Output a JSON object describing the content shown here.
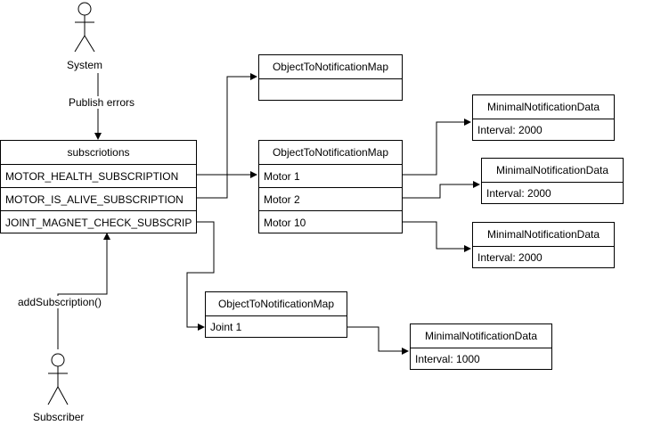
{
  "actors": {
    "system": "System",
    "subscriber": "Subscriber"
  },
  "edge_labels": {
    "publish": "Publish errors",
    "add": "addSubscription()"
  },
  "subscriptions": {
    "title": "subscriotions",
    "rows": [
      "MOTOR_HEALTH_SUBSCRIPTION",
      "MOTOR_IS_ALIVE_SUBSCRIPTION",
      "JOINT_MAGNET_CHECK_SUBSCRIP"
    ]
  },
  "maps": [
    {
      "title": "ObjectToNotificationMap",
      "rows": [
        ""
      ]
    },
    {
      "title": "ObjectToNotificationMap",
      "rows": [
        "Motor 1",
        "Motor 2",
        "Motor 10"
      ]
    },
    {
      "title": "ObjectToNotificationMap",
      "rows": [
        "Joint 1"
      ]
    }
  ],
  "notifications": [
    {
      "title": "MinimalNotificationData",
      "value": "Interval: 2000"
    },
    {
      "title": "MinimalNotificationData",
      "value": "Interval: 2000"
    },
    {
      "title": "MinimalNotificationData",
      "value": "Interval: 2000"
    },
    {
      "title": "MinimalNotificationData",
      "value": "Interval: 1000"
    }
  ]
}
